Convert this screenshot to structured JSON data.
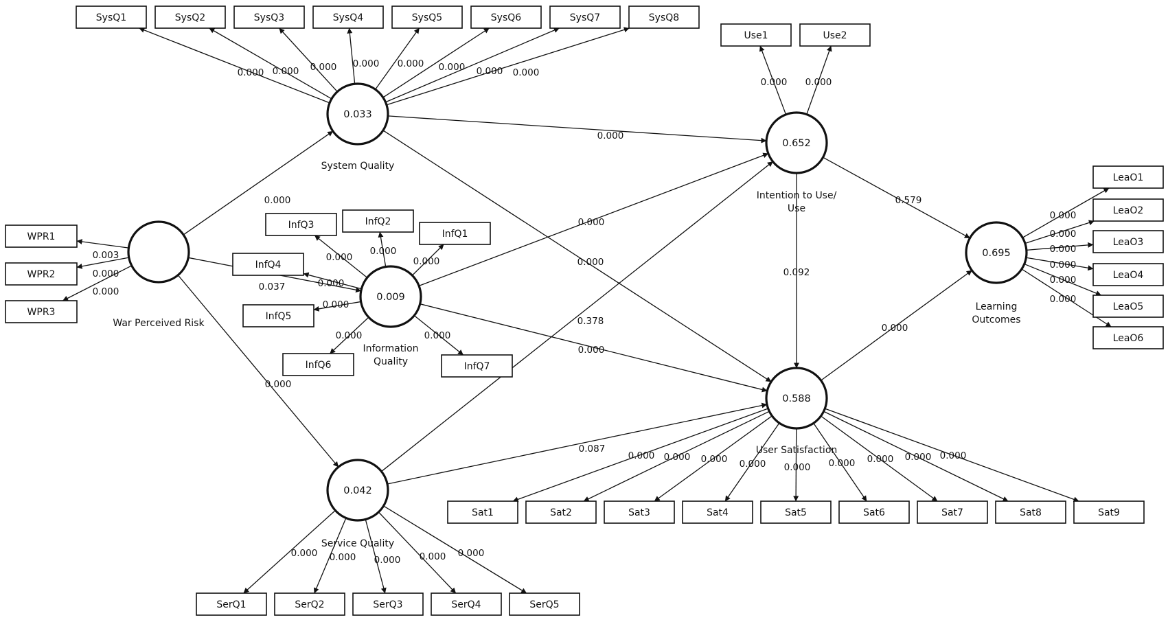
{
  "constructs": [
    {
      "id": "sysq",
      "value": "0.033",
      "label": [
        "System Quality"
      ]
    },
    {
      "id": "wpr",
      "value": "",
      "label": [
        "War Perceived Risk"
      ]
    },
    {
      "id": "infq",
      "value": "0.009",
      "label": [
        "Information",
        "Quality"
      ]
    },
    {
      "id": "serq",
      "value": "0.042",
      "label": [
        "Service Quality"
      ]
    },
    {
      "id": "use",
      "value": "0.652",
      "label": [
        "Intention to Use/",
        "Use"
      ]
    },
    {
      "id": "sat",
      "value": "0.588",
      "label": [
        "User Satisfaction"
      ]
    },
    {
      "id": "lea",
      "value": "0.695",
      "label": [
        "Learning",
        "Outcomes"
      ]
    }
  ],
  "indicators": [
    {
      "id": "SysQ1",
      "construct": "sysq",
      "value": "0.000"
    },
    {
      "id": "SysQ2",
      "construct": "sysq",
      "value": "0.000"
    },
    {
      "id": "SysQ3",
      "construct": "sysq",
      "value": "0.000"
    },
    {
      "id": "SysQ4",
      "construct": "sysq",
      "value": "0.000"
    },
    {
      "id": "SysQ5",
      "construct": "sysq",
      "value": "0.000"
    },
    {
      "id": "SysQ6",
      "construct": "sysq",
      "value": "0.000"
    },
    {
      "id": "SysQ7",
      "construct": "sysq",
      "value": "0.000"
    },
    {
      "id": "SysQ8",
      "construct": "sysq",
      "value": "0.000"
    },
    {
      "id": "Use1",
      "construct": "use",
      "value": "0.000"
    },
    {
      "id": "Use2",
      "construct": "use",
      "value": "0.000"
    },
    {
      "id": "WPR1",
      "construct": "wpr",
      "value": "0.003"
    },
    {
      "id": "WPR2",
      "construct": "wpr",
      "value": "0.000"
    },
    {
      "id": "WPR3",
      "construct": "wpr",
      "value": "0.000"
    },
    {
      "id": "InfQ1",
      "construct": "infq",
      "value": "0.000"
    },
    {
      "id": "InfQ2",
      "construct": "infq",
      "value": "0.000"
    },
    {
      "id": "InfQ3",
      "construct": "infq",
      "value": "0.000"
    },
    {
      "id": "InfQ4",
      "construct": "infq",
      "value": "0.000"
    },
    {
      "id": "InfQ5",
      "construct": "infq",
      "value": "0.000"
    },
    {
      "id": "InfQ6",
      "construct": "infq",
      "value": "0.000"
    },
    {
      "id": "InfQ7",
      "construct": "infq",
      "value": "0.000"
    },
    {
      "id": "LeaO1",
      "construct": "lea",
      "value": "0.000"
    },
    {
      "id": "LeaO2",
      "construct": "lea",
      "value": "0.000"
    },
    {
      "id": "LeaO3",
      "construct": "lea",
      "value": "0.000"
    },
    {
      "id": "LeaO4",
      "construct": "lea",
      "value": "0.000"
    },
    {
      "id": "LeaO5",
      "construct": "lea",
      "value": "0.000"
    },
    {
      "id": "LeaO6",
      "construct": "lea",
      "value": "0.000"
    },
    {
      "id": "Sat1",
      "construct": "sat",
      "value": "0.000"
    },
    {
      "id": "Sat2",
      "construct": "sat",
      "value": "0.000"
    },
    {
      "id": "Sat3",
      "construct": "sat",
      "value": "0.000"
    },
    {
      "id": "Sat4",
      "construct": "sat",
      "value": "0.000"
    },
    {
      "id": "Sat5",
      "construct": "sat",
      "value": "0.000"
    },
    {
      "id": "Sat6",
      "construct": "sat",
      "value": "0.000"
    },
    {
      "id": "Sat7",
      "construct": "sat",
      "value": "0.000"
    },
    {
      "id": "Sat8",
      "construct": "sat",
      "value": "0.000"
    },
    {
      "id": "Sat9",
      "construct": "sat",
      "value": "0.000"
    },
    {
      "id": "SerQ1",
      "construct": "serq",
      "value": "0.000"
    },
    {
      "id": "SerQ2",
      "construct": "serq",
      "value": "0.000"
    },
    {
      "id": "SerQ3",
      "construct": "serq",
      "value": "0.000"
    },
    {
      "id": "SerQ4",
      "construct": "serq",
      "value": "0.000"
    },
    {
      "id": "SerQ5",
      "construct": "serq",
      "value": "0.000"
    }
  ],
  "paths": [
    {
      "from": "wpr",
      "to": "sysq",
      "value": "0.000"
    },
    {
      "from": "wpr",
      "to": "infq",
      "value": "0.037"
    },
    {
      "from": "wpr",
      "to": "serq",
      "value": "0.000"
    },
    {
      "from": "sysq",
      "to": "use",
      "value": "0.000"
    },
    {
      "from": "sysq",
      "to": "sat",
      "value": "0.000"
    },
    {
      "from": "infq",
      "to": "use",
      "value": "0.000"
    },
    {
      "from": "infq",
      "to": "sat",
      "value": "0.000"
    },
    {
      "from": "serq",
      "to": "use",
      "value": "0.378"
    },
    {
      "from": "serq",
      "to": "sat",
      "value": "0.087"
    },
    {
      "from": "use",
      "to": "sat",
      "value": "0.092"
    },
    {
      "from": "use",
      "to": "lea",
      "value": "0.579"
    },
    {
      "from": "sat",
      "to": "lea",
      "value": "0.000"
    }
  ]
}
